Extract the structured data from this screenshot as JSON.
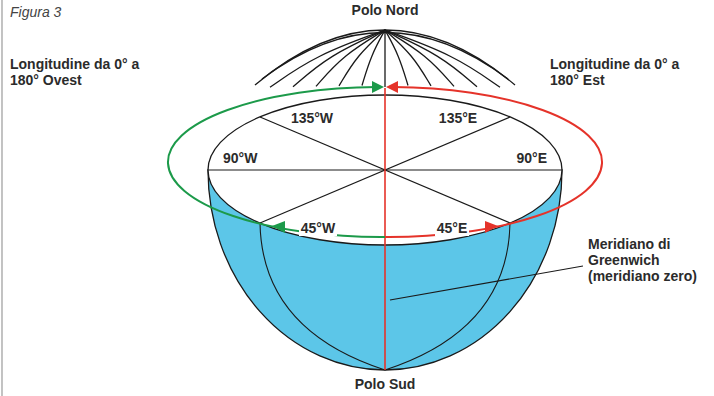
{
  "diagram": {
    "title": "Figura 3",
    "labels": [
      "Polo Nord",
      "Longitudine da 0° a 180° Ovest",
      "Longitudine da 0° a 180° Est",
      "135°W",
      "135°E",
      "90°W",
      "90°E",
      "45°W",
      "45°E",
      "Meridiano di Greenwich (meridiano zero)",
      "Polo Sud"
    ]
  }
}
